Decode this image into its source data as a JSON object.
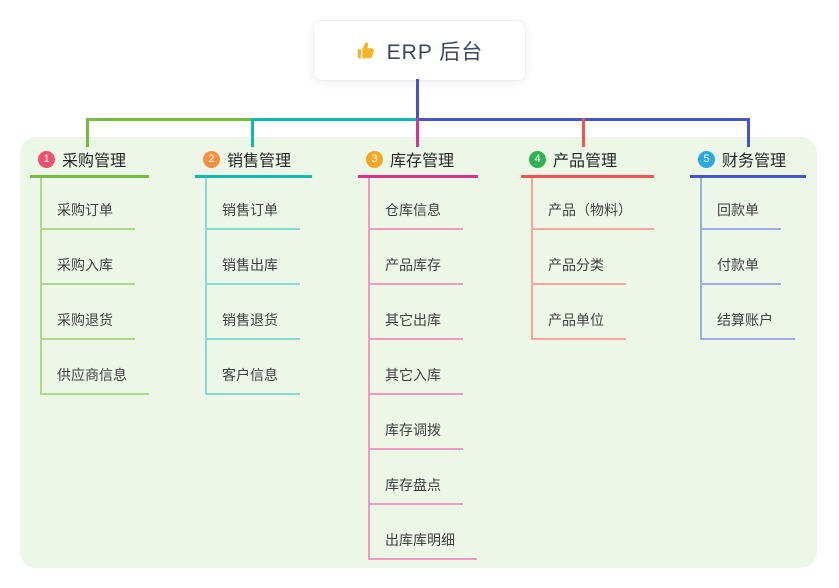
{
  "root": {
    "icon": "thumbs-up-icon",
    "label": "ERP 后台"
  },
  "colors": {
    "canvas_bg": "#edf7e8",
    "connector_root": "#4456c7",
    "badge_text": "#ffffff",
    "thumb_yellow": "#f5b427"
  },
  "branches": [
    {
      "num": "1",
      "label": "采购管理",
      "badge_color": "#f0506e",
      "line_color": "#76bb3f",
      "soft_color": "#aed88a",
      "children": [
        "采购订单",
        "采购入库",
        "采购退货",
        "供应商信息"
      ]
    },
    {
      "num": "2",
      "label": "销售管理",
      "badge_color": "#f7913e",
      "line_color": "#10b8b2",
      "soft_color": "#86dbd6",
      "children": [
        "销售订单",
        "销售出库",
        "销售退货",
        "客户信息"
      ]
    },
    {
      "num": "3",
      "label": "库存管理",
      "badge_color": "#f5a623",
      "line_color": "#d6358e",
      "soft_color": "#f09ac2",
      "children": [
        "仓库信息",
        "产品库存",
        "其它出库",
        "其它入库",
        "库存调拨",
        "库存盘点",
        "出库库明细"
      ]
    },
    {
      "num": "4",
      "label": "产品管理",
      "badge_color": "#2fb350",
      "line_color": "#f4544e",
      "soft_color": "#f9a49f",
      "children": [
        "产品（物料）",
        "产品分类",
        "产品单位"
      ]
    },
    {
      "num": "5",
      "label": "财务管理",
      "badge_color": "#29a9e0",
      "line_color": "#4456c7",
      "soft_color": "#9fabe0",
      "children": [
        "回款单",
        "付款单",
        "结算账户"
      ]
    }
  ]
}
